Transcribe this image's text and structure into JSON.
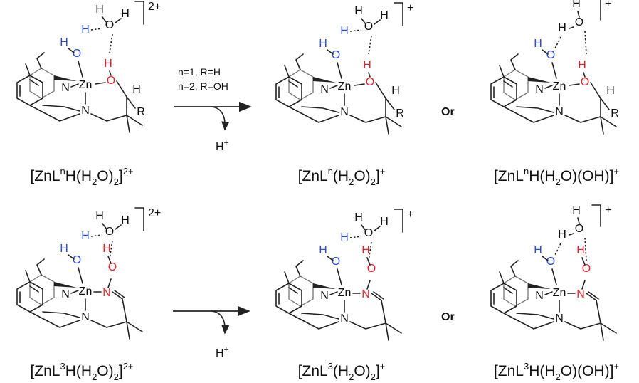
{
  "colors": {
    "water_oh": "#2b4bd8",
    "ligand_oh": "#e8222a",
    "bond": "#222222"
  },
  "atoms": {
    "zn": "Zn",
    "n": "N",
    "o": "O",
    "h": "H",
    "r": "R"
  },
  "reaction1": {
    "condition_line1": "n=1, R=H",
    "condition_line2": "n=2, R=OH",
    "byproduct": "H",
    "byproduct_charge": "+"
  },
  "reaction2": {
    "byproduct": "H",
    "byproduct_charge": "+"
  },
  "or_label": "Or",
  "species": [
    {
      "id": "s1",
      "charge": "2+",
      "label": {
        "a": "[ZnL",
        "sup1": "n",
        "b": "H(H",
        "sub1": "2",
        "c": "O)",
        "sub2": "2",
        "d": "]",
        "sup2": "2+"
      }
    },
    {
      "id": "s2",
      "charge": "+",
      "label": {
        "a": "[ZnL",
        "sup1": "n",
        "b": "(H",
        "sub1": "2",
        "c": "O)",
        "sub2": "2",
        "d": "]",
        "sup2": "+"
      }
    },
    {
      "id": "s3",
      "charge": "+",
      "label": {
        "a": "[ZnL",
        "sup1": "n",
        "b": "H(H",
        "sub1": "2",
        "c": "O)(OH)]",
        "sup2": "+"
      }
    },
    {
      "id": "s4",
      "charge": "2+",
      "label": {
        "a": "[ZnL",
        "sup1": "3",
        "b": "H(H",
        "sub1": "2",
        "c": "O)",
        "sub2": "2",
        "d": "]",
        "sup2": "2+"
      }
    },
    {
      "id": "s5",
      "charge": "+",
      "label": {
        "a": "[ZnL",
        "sup1": "3",
        "b": "(H",
        "sub1": "2",
        "c": "O)",
        "sub2": "2",
        "d": "]",
        "sup2": "+"
      }
    },
    {
      "id": "s6",
      "charge": "+",
      "label": {
        "a": "[ZnL",
        "sup1": "3",
        "b": "H(H",
        "sub1": "2",
        "c": "O)(OH)]",
        "sup2": "+"
      }
    }
  ]
}
